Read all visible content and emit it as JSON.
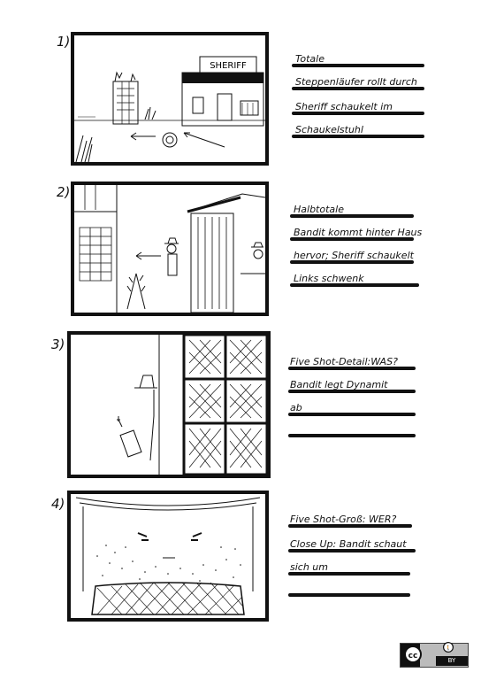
{
  "panels": [
    {
      "number": "1)",
      "lines": [
        "Totale",
        "Steppenläufer rollt durch",
        "Sheriff schaukelt im",
        "Schaukelstuhl"
      ],
      "sign": "SHERIFF"
    },
    {
      "number": "2)",
      "lines": [
        "Halbtotale",
        "Bandit kommt hinter Haus",
        "hervor; Sheriff schaukelt",
        "Links schwenk"
      ]
    },
    {
      "number": "3)",
      "lines": [
        "Five Shot-Detail:WAS?",
        "Bandit legt Dynamit",
        "ab",
        ""
      ]
    },
    {
      "number": "4)",
      "lines": [
        "Five Shot-Groß: WER?",
        "Close Up: Bandit schaut",
        "sich um",
        ""
      ]
    }
  ],
  "license": {
    "cc": "cc",
    "by": "BY",
    "person_icon": "person-icon"
  }
}
